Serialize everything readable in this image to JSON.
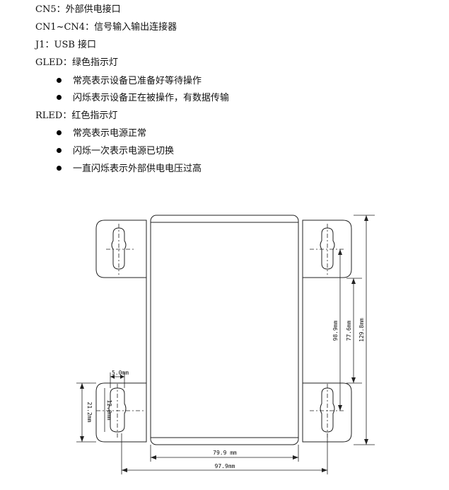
{
  "lines": [
    {
      "label": "CN5：",
      "text": "外部供电接口"
    },
    {
      "label": "CN1~CN4：",
      "text": "信号输入输出连接器"
    },
    {
      "label": "J1：",
      "text": "USB 接口"
    },
    {
      "label": "GLED：",
      "text": "绿色指示灯"
    }
  ],
  "gled_bullets": [
    "常亮表示设备已准备好等待操作",
    "闪烁表示设备正在被操作，有数据传输"
  ],
  "rled": {
    "label": "RLED：",
    "text": "红色指示灯"
  },
  "rled_bullets": [
    "常亮表示电源正常",
    "闪烁一次表示电源已切换",
    "一直闪烁表示外部供电电压过高"
  ],
  "dimensions": {
    "width_body": "79.9 mm",
    "width_total": "97.9mm",
    "height_total": "129.8mm",
    "hole_spacing_v": "77.6mm",
    "inner_v": "98.9mm",
    "slot_width": "5.0mm",
    "tab_height": "21.2mm",
    "slot_height": "12.0mm"
  }
}
